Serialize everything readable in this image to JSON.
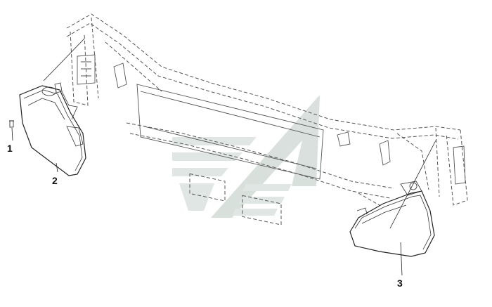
{
  "diagram": {
    "callouts": [
      {
        "id": "1",
        "label": "1"
      },
      {
        "id": "2",
        "label": "2"
      },
      {
        "id": "3",
        "label": "3"
      }
    ],
    "colors": {
      "line": "#222222",
      "frame": "#555555",
      "watermark": "#b9c7c1"
    },
    "watermark": "logo-watermark"
  }
}
